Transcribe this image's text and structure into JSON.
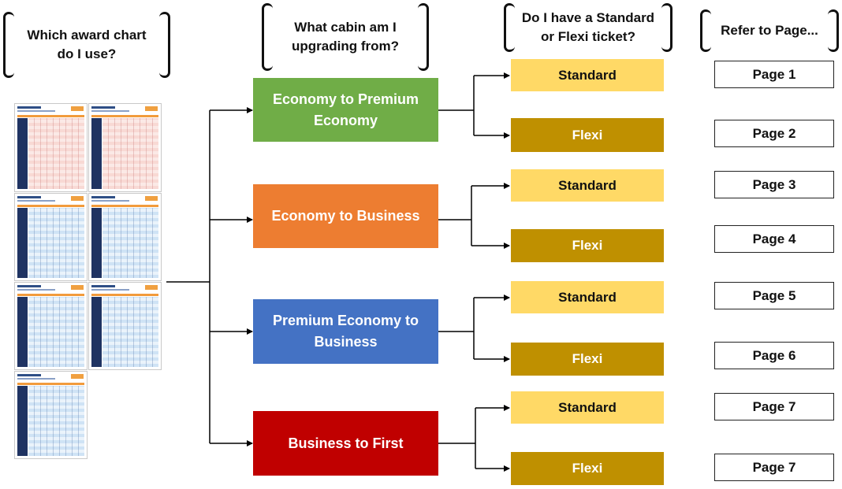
{
  "headers": {
    "award_chart": "Which award chart\ndo I use?",
    "cabin": "What cabin am I\nupgrading from?",
    "ticket": "Do I have a Standard\nor Flexi ticket?",
    "page": "Refer to Page..."
  },
  "cabins": [
    {
      "label": "Economy to Premium\nEconomy",
      "color": "#70ad47"
    },
    {
      "label": "Economy to Business",
      "color": "#ed7d31"
    },
    {
      "label": "Premium Economy to\nBusiness",
      "color": "#4472c4"
    },
    {
      "label": "Business to First",
      "color": "#c00000"
    }
  ],
  "tickets": [
    {
      "label": "Standard",
      "page": "Page 1"
    },
    {
      "label": "Flexi",
      "page": "Page 2"
    },
    {
      "label": "Standard",
      "page": "Page 3"
    },
    {
      "label": "Flexi",
      "page": "Page 4"
    },
    {
      "label": "Standard",
      "page": "Page 5"
    },
    {
      "label": "Flexi",
      "page": "Page 6"
    },
    {
      "label": "Standard",
      "page": "Page 7"
    },
    {
      "label": "Flexi",
      "page": "Page 7"
    }
  ],
  "colors": {
    "standard": "#ffd966",
    "flexi": "#bf9000",
    "line": "#000000"
  }
}
